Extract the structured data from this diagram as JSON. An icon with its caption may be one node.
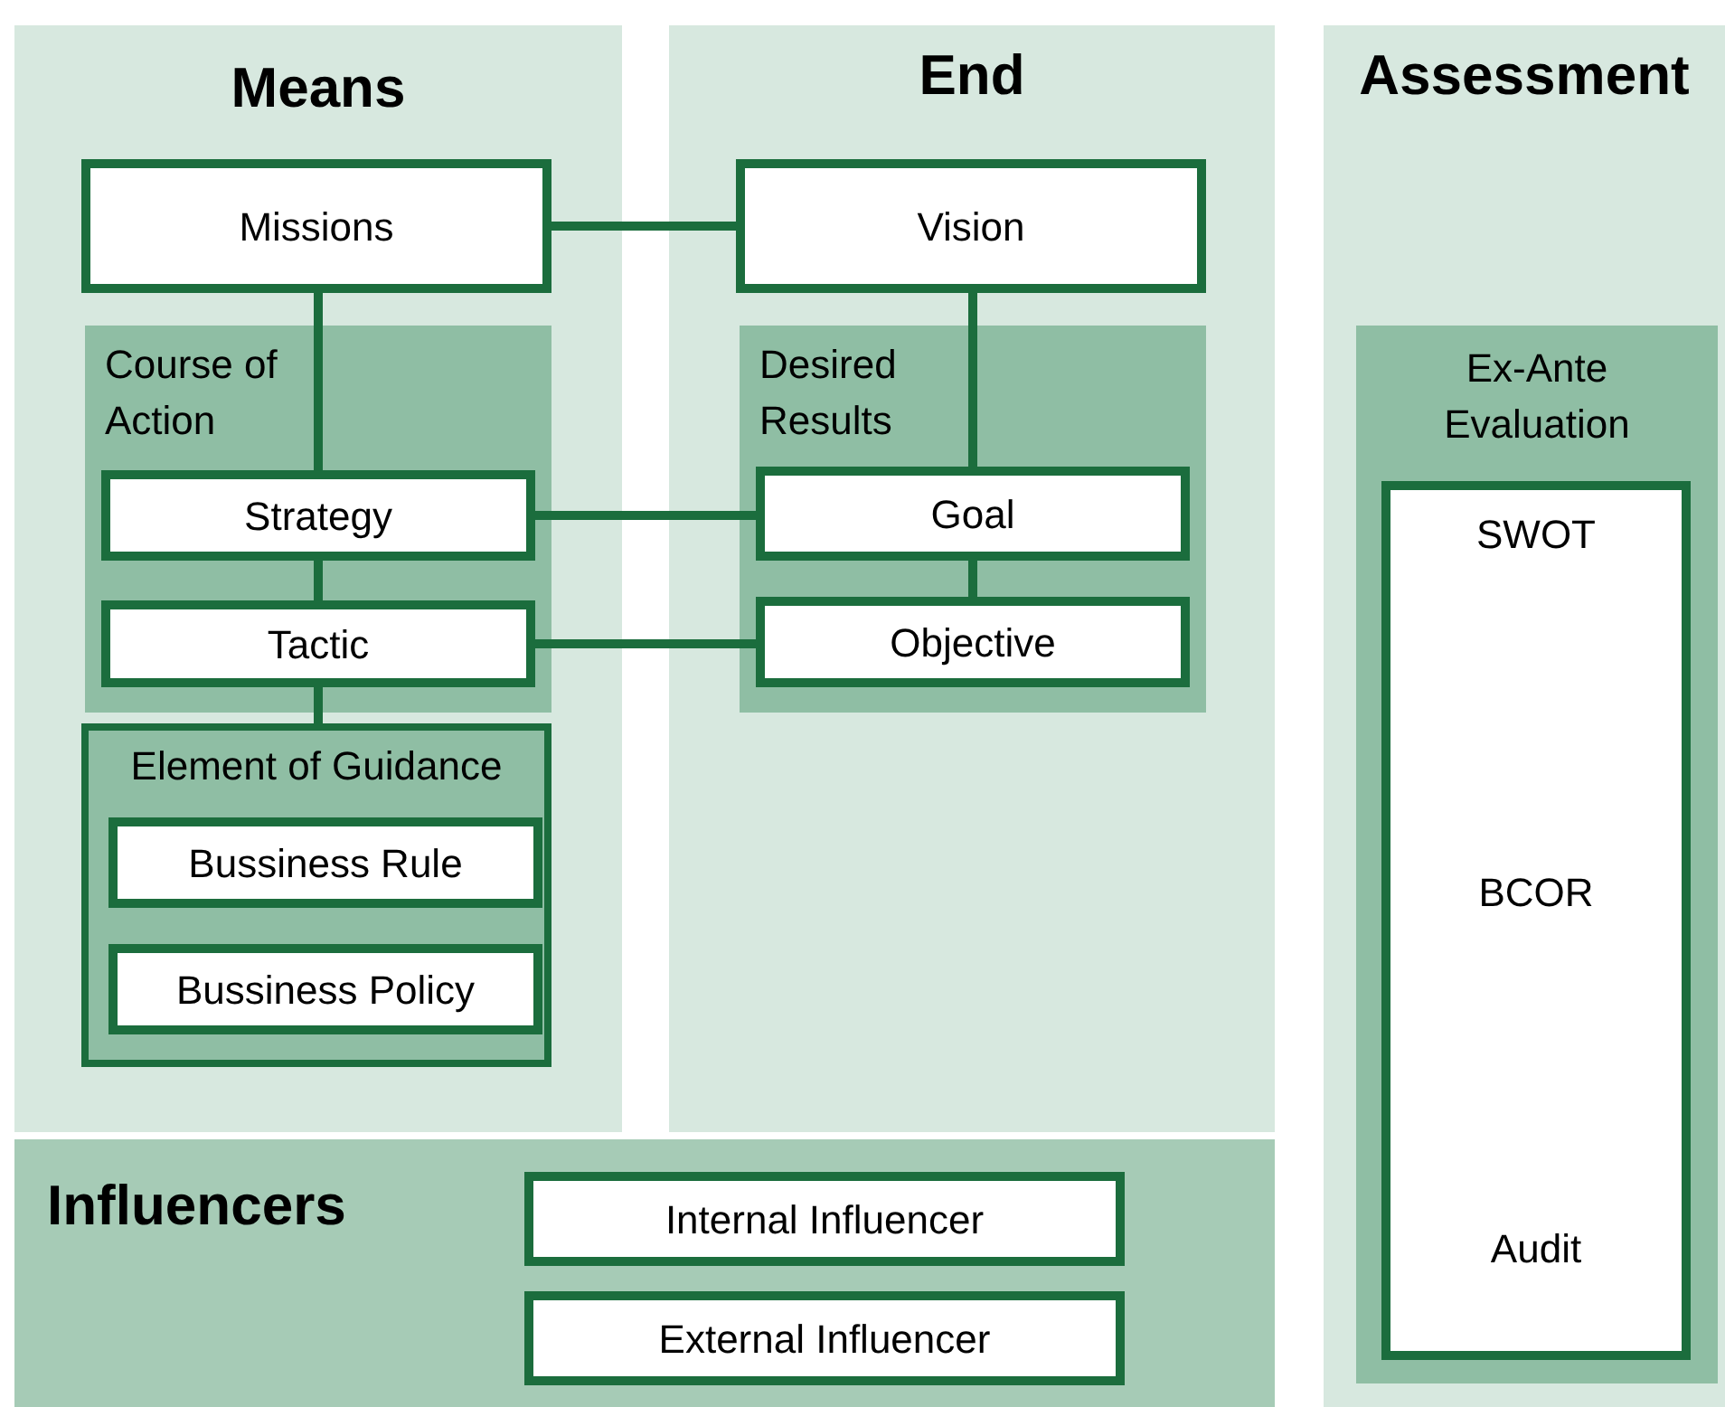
{
  "diagram": {
    "nodes": [
      {
        "text": [
          "Means"
        ]
      },
      {
        "text": [
          "End"
        ]
      },
      {
        "text": [
          "Assessment"
        ]
      },
      {
        "text": [
          "Missions"
        ],
        "in": 0
      },
      {
        "text": [
          "Vision"
        ],
        "in": 1
      },
      {
        "text": [
          "Course of Action"
        ],
        "in": 0
      },
      {
        "text": [
          "Strategy"
        ],
        "in": 5
      },
      {
        "text": [
          "Tactic"
        ],
        "in": 5
      },
      {
        "text": [
          "Desired Results"
        ],
        "in": 1
      },
      {
        "text": [
          "Goal"
        ],
        "in": 8
      },
      {
        "text": [
          "Objective"
        ],
        "in": 8
      },
      {
        "text": [
          "Element of Guidance"
        ],
        "in": 0
      },
      {
        "text": [
          "Bussiness Rule"
        ],
        "in": 11
      },
      {
        "text": [
          "Bussiness Policy"
        ],
        "in": 11
      },
      {
        "text": [
          "Ex-Ante Evaluation"
        ],
        "in": 2
      },
      {
        "text": [
          "SWOT",
          "BCOR",
          "Audit"
        ],
        "in": 14
      },
      {
        "text": [
          "Influencers"
        ]
      },
      {
        "text": [
          "Internal Influencer"
        ],
        "in": 16
      },
      {
        "text": [
          "External Influencer"
        ],
        "in": 16
      }
    ],
    "edges": [
      {
        "from": 3,
        "to": 4,
        "arrow": "none"
      },
      {
        "from": 3,
        "to": 6,
        "arrow": "none"
      },
      {
        "from": 6,
        "to": 7,
        "arrow": "none"
      },
      {
        "from": 7,
        "to": 11,
        "arrow": "none"
      },
      {
        "from": 4,
        "to": 9,
        "arrow": "none"
      },
      {
        "from": 9,
        "to": 10,
        "arrow": "none"
      },
      {
        "from": 6,
        "to": 9,
        "arrow": "none"
      },
      {
        "from": 7,
        "to": 10,
        "arrow": "none"
      }
    ]
  }
}
